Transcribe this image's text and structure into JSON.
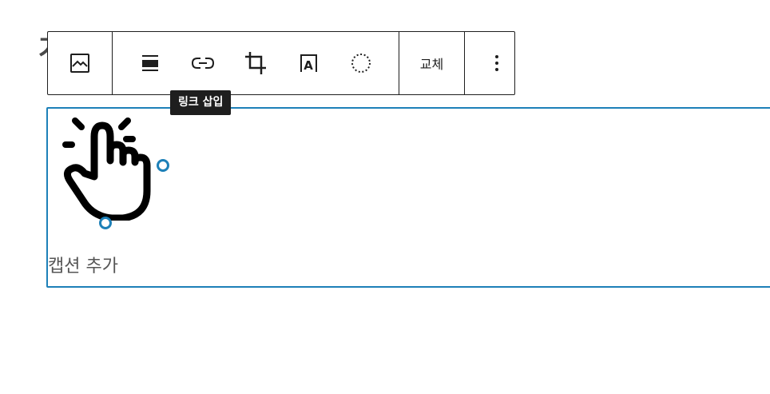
{
  "page": {
    "heading_fragment": "가"
  },
  "toolbar": {
    "buttons": [
      {
        "icon": "image-icon",
        "label": "이미지"
      },
      {
        "icon": "align-icon",
        "label": "정렬"
      },
      {
        "icon": "link-icon",
        "label": "링크 삽입"
      },
      {
        "icon": "crop-icon",
        "label": "자르기"
      },
      {
        "icon": "text-overlay-icon",
        "label": "텍스트 오버레이"
      },
      {
        "icon": "duotone-icon",
        "label": "듀오톤"
      }
    ],
    "replace_label": "교체",
    "more_icon": "more-vertical-icon"
  },
  "tooltip": {
    "text": "링크 삽입"
  },
  "image_block": {
    "image_icon": "pointing-hand-click-icon",
    "caption_placeholder": "캡션 추가"
  },
  "colors": {
    "accent": "#1d80b8",
    "text": "#1e1e1e",
    "tooltip_bg": "#1e1e1e"
  }
}
